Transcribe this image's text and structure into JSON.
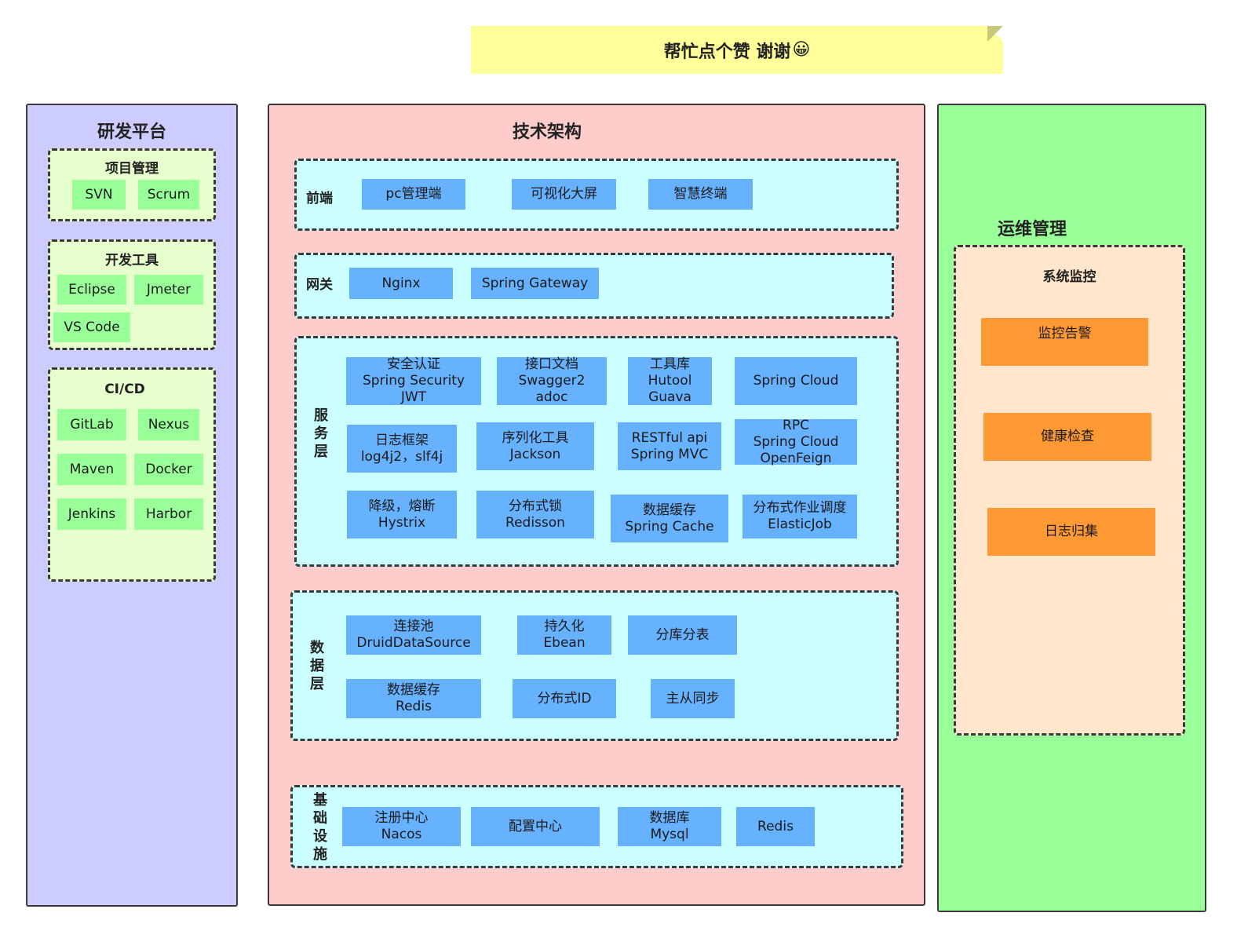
{
  "banner": {
    "text": "帮忙点个赞 谢谢",
    "emoji": "😀"
  },
  "colors": {
    "rd_panel": "#ccccff",
    "tech_panel": "#ffcccc",
    "ops_panel": "#99ff99",
    "group_light_green": "#e6ffcc",
    "group_cyan": "#ccffff",
    "group_peach": "#ffe6cc",
    "box_green": "#99ff99",
    "box_blue": "#66b2ff",
    "box_orange": "#ff9933",
    "note": "#ffff99"
  },
  "rd_platform": {
    "title": "研发平台",
    "project_mgmt": {
      "title": "项目管理",
      "items": [
        "SVN",
        "Scrum"
      ]
    },
    "dev_tools": {
      "title": "开发工具",
      "items": [
        "Eclipse",
        "Jmeter",
        "VS Code"
      ]
    },
    "cicd": {
      "title": "CI/CD",
      "items": [
        "GitLab",
        "Nexus",
        "Maven",
        "Docker",
        "Jenkins",
        "Harbor"
      ]
    }
  },
  "tech_arch": {
    "title": "技术架构",
    "frontend": {
      "label": "前端",
      "items": [
        "pc管理端",
        "可视化大屏",
        "智慧终端"
      ]
    },
    "gateway": {
      "label": "网关",
      "items": [
        "Nginx",
        "Spring Gateway"
      ]
    },
    "service": {
      "label": "服务层",
      "items": [
        "安全认证\nSpring Security\nJWT",
        "接口文档\nSwagger2\nadoc",
        "工具库\nHutool\nGuava",
        "Spring Cloud",
        "日志框架\nlog4j2，slf4j",
        "序列化工具\nJackson",
        "RESTful api\nSpring MVC",
        "RPC\nSpring Cloud\nOpenFeign",
        "降级，熔断\nHystrix",
        "分布式锁\nRedisson",
        "数据缓存\nSpring Cache",
        "分布式作业调度\nElasticJob"
      ]
    },
    "data": {
      "label": "数据层",
      "items": [
        "连接池\nDruidDataSource",
        "持久化\nEbean",
        "分库分表",
        "数据缓存\nRedis",
        "分布式ID",
        "主从同步"
      ]
    },
    "infra": {
      "label": "基础设施",
      "items": [
        "注册中心\nNacos",
        "配置中心",
        "数据库\nMysql",
        "Redis"
      ]
    }
  },
  "ops": {
    "title": "运维管理",
    "monitor": {
      "title": "系统监控",
      "items": [
        "监控告警",
        "健康检查",
        "日志归集"
      ]
    }
  }
}
